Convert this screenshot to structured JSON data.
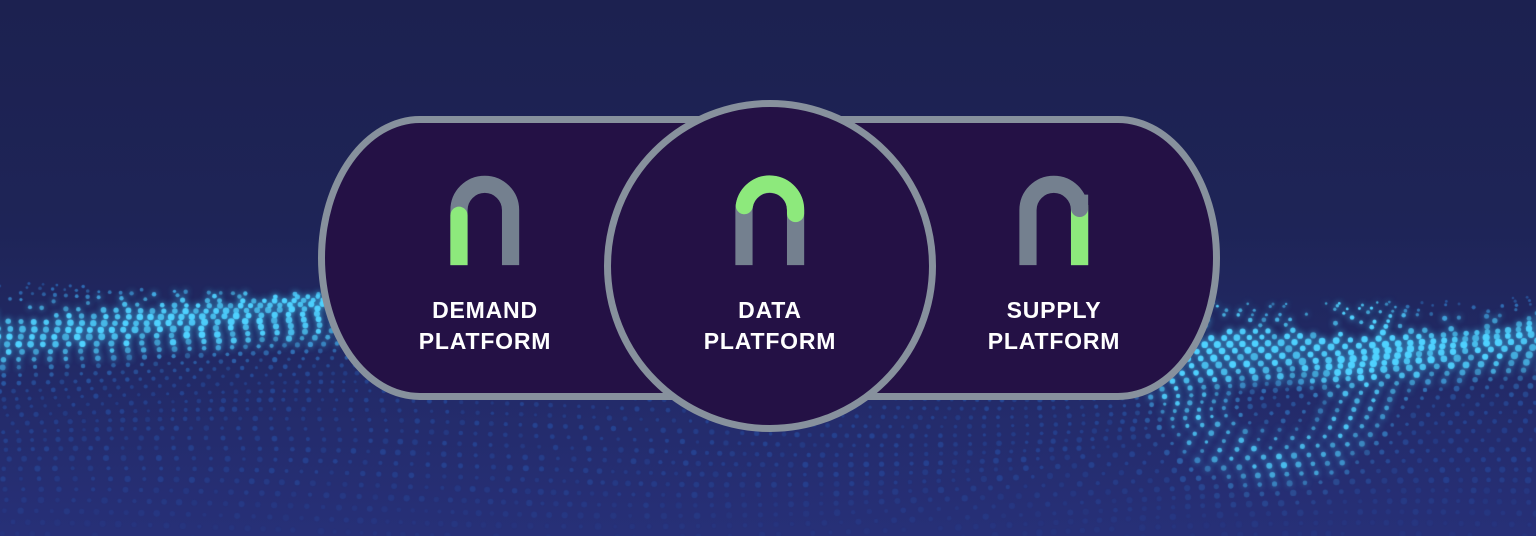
{
  "panels": [
    {
      "name": "demand-platform",
      "shape": "rounded-rectangle",
      "icon": "nexxen-n-left-leg-green-icon",
      "lines": [
        "DEMAND",
        "PLATFORM"
      ]
    },
    {
      "name": "data-platform",
      "shape": "circle",
      "icon": "nexxen-n-arch-green-icon",
      "lines": [
        "DATA",
        "PLATFORM"
      ]
    },
    {
      "name": "supply-platform",
      "shape": "rounded-rectangle",
      "icon": "nexxen-n-right-leg-green-icon",
      "lines": [
        "SUPPLY",
        "PLATFORM"
      ]
    }
  ],
  "colors": {
    "background_top": "#1C2150",
    "background_mid": "#1E2457",
    "background_bottom": "#273078",
    "panel_fill": "#241145",
    "shape_border": "#87919D",
    "logo_gray": "#74808F",
    "logo_green": "#8DE97C",
    "text_color": "#FFFFFF",
    "dot_dim": "#1C4EC8",
    "dot_bright": "#50D2FF"
  }
}
